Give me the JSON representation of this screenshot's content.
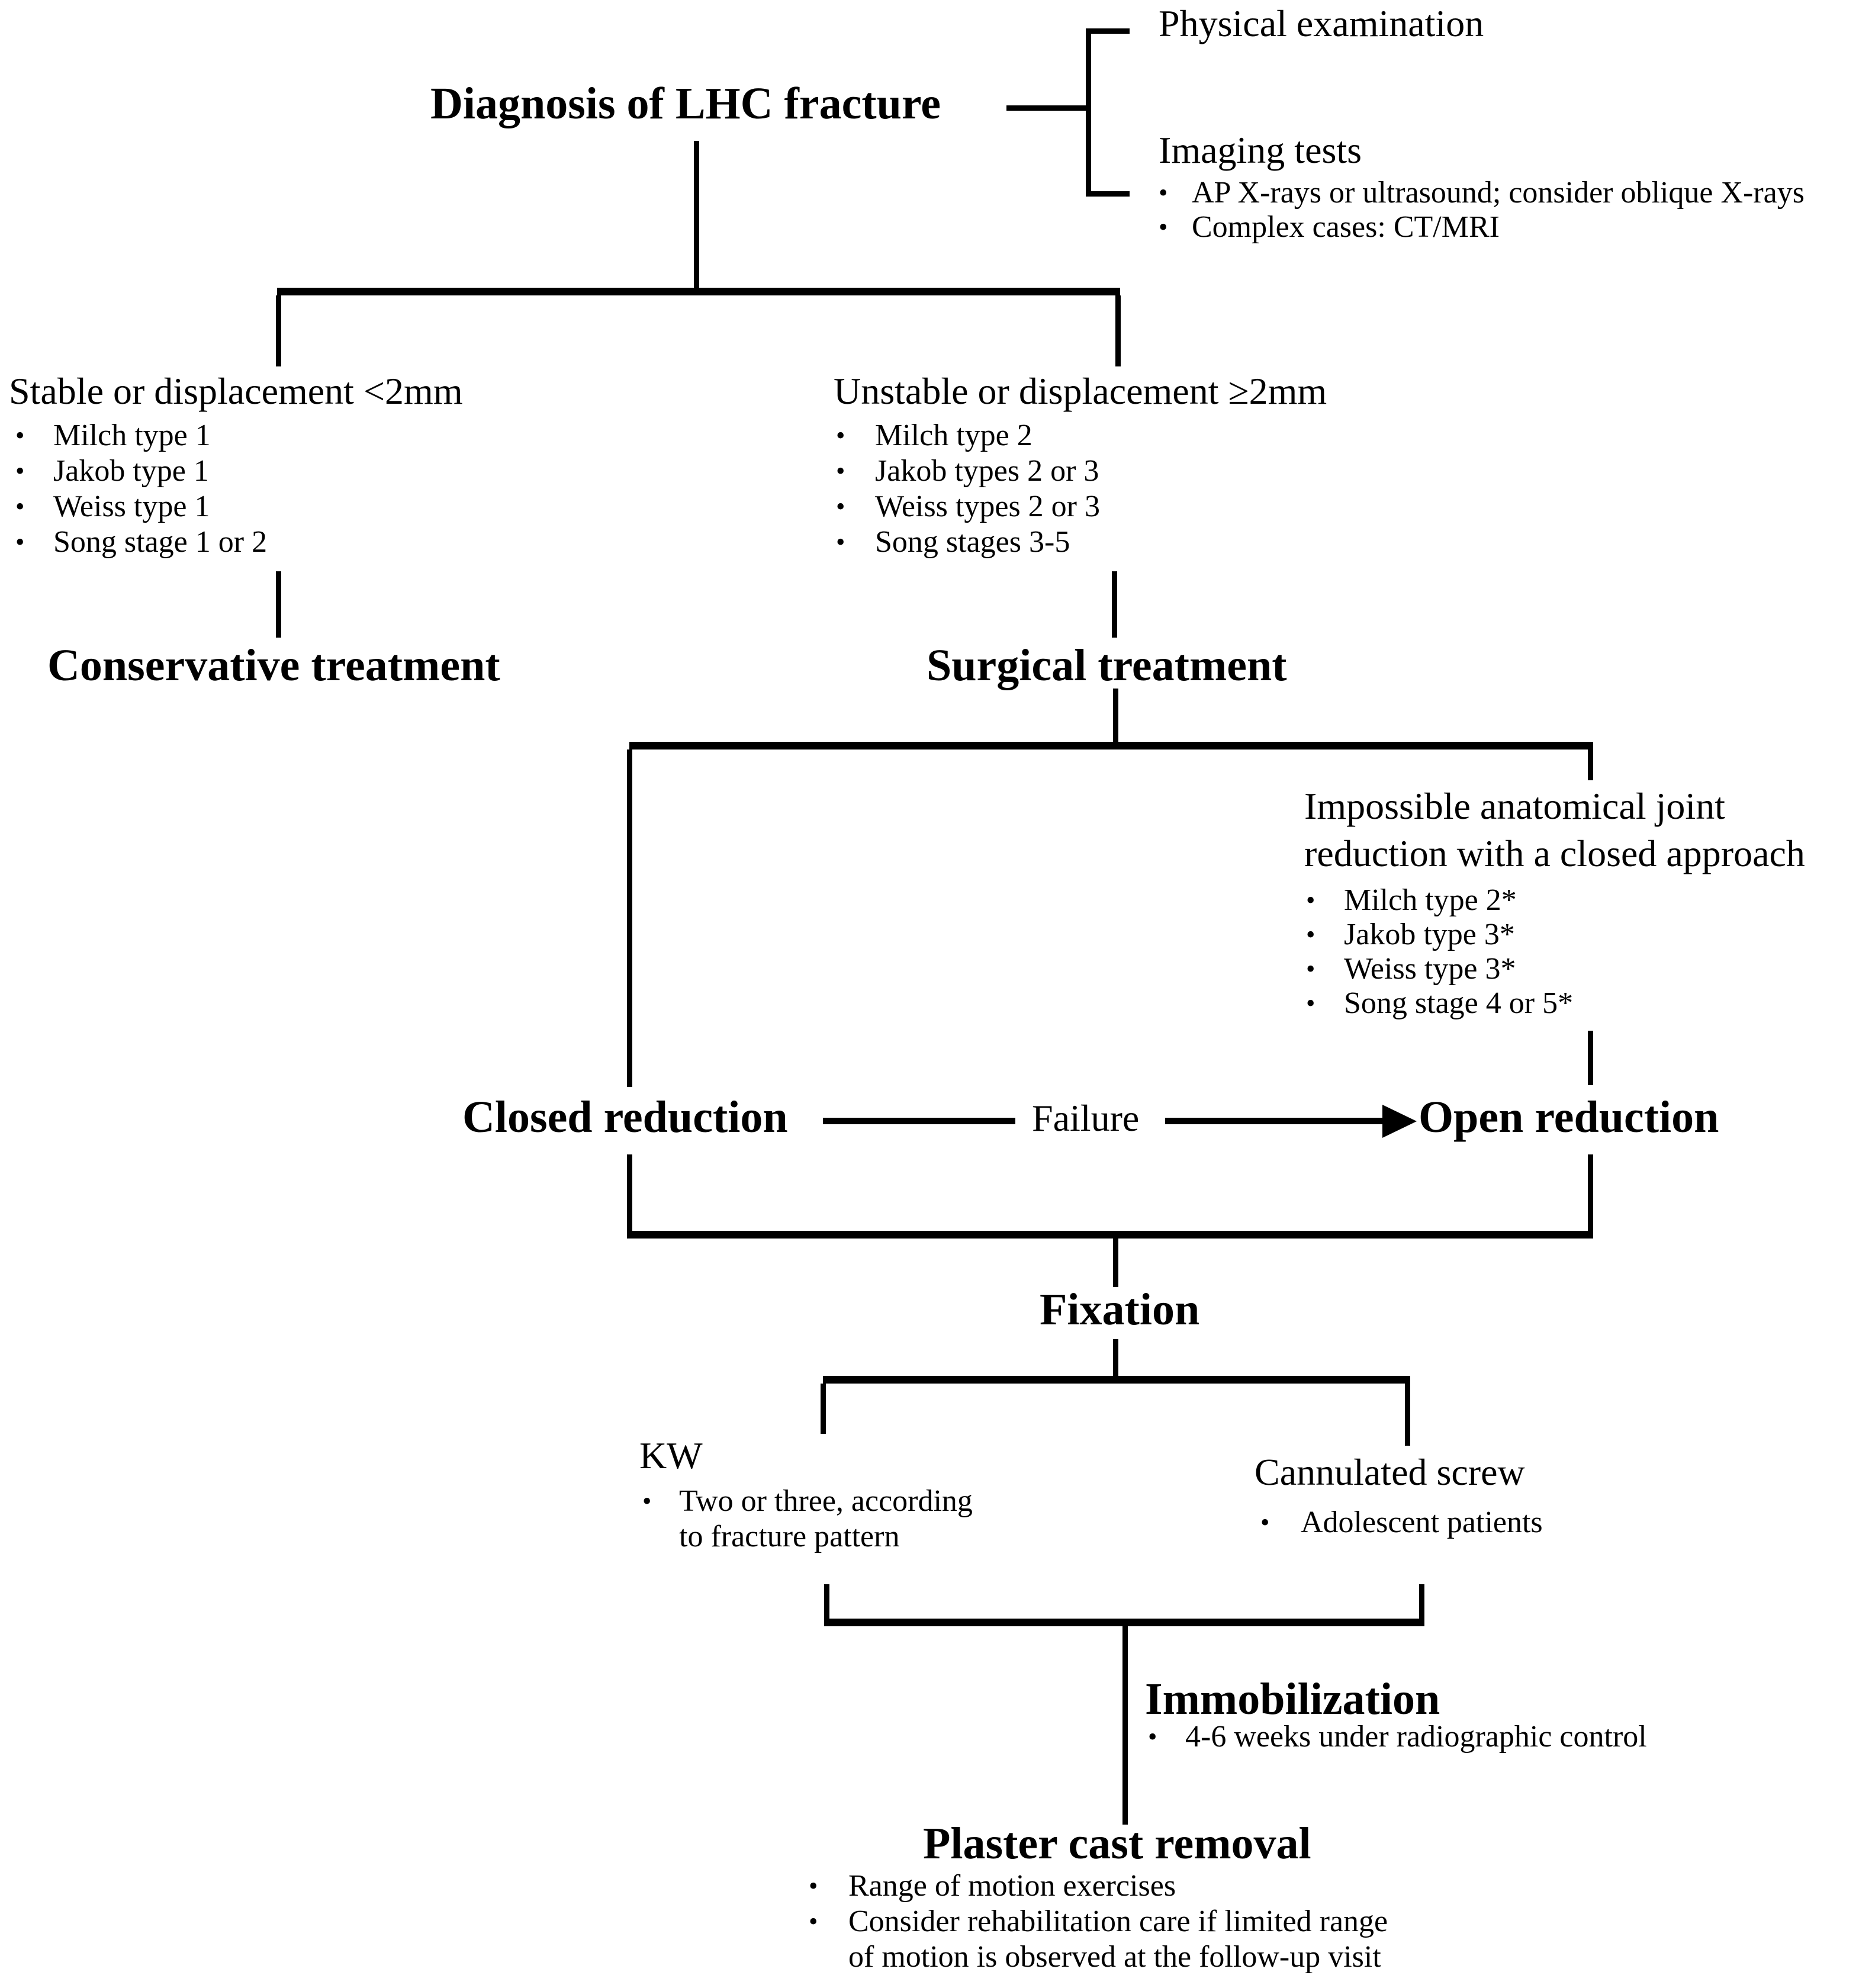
{
  "glyphs": {
    "bullet": "•"
  },
  "colors": {
    "ink": "#000000",
    "background": "#ffffff"
  },
  "nodes": {
    "diagnosis": {
      "label": "Diagnosis of LHC fracture"
    },
    "physical_examination": {
      "label": "Physical examination"
    },
    "imaging_tests": {
      "label": "Imaging tests",
      "bullets": [
        "AP X-rays or ultrasound; consider oblique X-rays",
        "Complex cases: CT/MRI"
      ]
    },
    "stable": {
      "label": "Stable or displacement <2mm",
      "bullets": [
        "Milch type 1",
        "Jakob type 1",
        "Weiss type 1",
        "Song stage 1 or 2"
      ]
    },
    "unstable": {
      "label": "Unstable or displacement ≥2mm",
      "bullets": [
        "Milch type 2",
        "Jakob types 2 or 3",
        "Weiss types 2 or 3",
        "Song stages 3-5"
      ]
    },
    "conservative_treatment": {
      "label": "Conservative treatment"
    },
    "surgical_treatment": {
      "label": "Surgical treatment"
    },
    "impossible_reduction": {
      "label_lines": [
        "Impossible anatomical joint",
        "reduction with a closed approach"
      ],
      "bullets": [
        "Milch type 2*",
        "Jakob type 3*",
        "Weiss type 3*",
        "Song stage 4 or 5*"
      ]
    },
    "closed_reduction": {
      "label": "Closed reduction"
    },
    "failure": {
      "label": "Failure"
    },
    "open_reduction": {
      "label": "Open reduction"
    },
    "fixation": {
      "label": "Fixation"
    },
    "kw": {
      "label": "KW",
      "bullet_lines": [
        "Two or three, according",
        "to fracture pattern"
      ]
    },
    "cannulated_screw": {
      "label": "Cannulated screw",
      "bullets": [
        "Adolescent patients"
      ]
    },
    "immobilization": {
      "label": "Immobilization",
      "bullets": [
        "4-6 weeks under radiographic control"
      ]
    },
    "plaster_cast_removal": {
      "label": "Plaster cast removal",
      "bullet1": "Range of motion exercises",
      "bullet2_lines": [
        "Consider rehabilitation care if limited range",
        "of motion is observed at the follow-up visit"
      ]
    }
  }
}
